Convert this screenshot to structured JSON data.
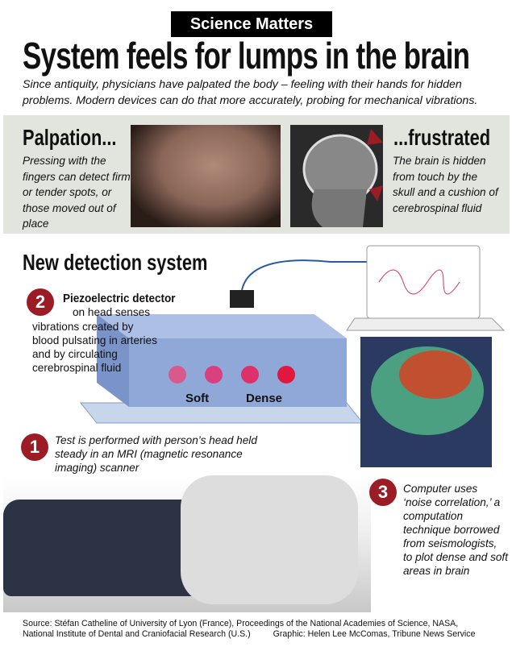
{
  "banner": "Science Matters",
  "title": "System feels for lumps in the brain",
  "subtitle": "Since antiquity, physicians have palpated the body – feeling with their hands for hidden problems. Modern devices can do that more accurately, probing for mechanical vibrations.",
  "palpation": {
    "heading": "Palpation...",
    "text": "Pressing with the fingers can detect firm or tender spots, or those moved out of place"
  },
  "frustrated": {
    "heading": "...frustrated",
    "text": "The brain is hidden from touch by the skull and a cushion of cerebrospinal fluid"
  },
  "detection": {
    "heading": "New detection system",
    "step2": {
      "num": "2",
      "title": "Piezoelectric detector",
      "text1": "on head senses",
      "text2": "vibrations created by blood pulsating in arteries and by circulating cerebrospinal fluid"
    },
    "soft_label": "Soft",
    "dense_label": "Dense",
    "step1": {
      "num": "1",
      "text": "Test is performed with person’s head held steady in an MRI (magnetic resonance imaging) scanner"
    },
    "step3": {
      "num": "3",
      "text": "Computer uses ‘noise correlation,’ a computation technique borrowed from seismologists, to plot dense and soft areas in brain"
    }
  },
  "source": {
    "line1": "Source: Stéfan Catheline of University of Lyon (France), Proceedings of the National Academies of Science, NASA,",
    "line2": "National Institute of Dental and Craniofacial Research (U.S.)",
    "credit": "Graphic: Helen Lee McComas, Tribune News Service"
  },
  "colors": {
    "accent": "#9b1c24",
    "panel": "#e2e5de",
    "block": "#8fa8d8"
  }
}
